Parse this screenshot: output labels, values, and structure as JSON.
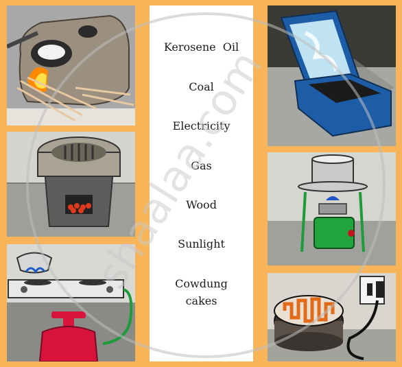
{
  "fuels": [
    {
      "label": "Kerosene  Oil"
    },
    {
      "label": "Coal"
    },
    {
      "label": "Electricity"
    },
    {
      "label": "Gas"
    },
    {
      "label": "Wood"
    },
    {
      "label": "Sunlight"
    },
    {
      "label": "Cowdung cakes"
    }
  ],
  "watermark": {
    "text": "shaalaa.com"
  },
  "images": {
    "left": [
      "clay-chulha-wood-fire",
      "coal-sigri-stove",
      "lpg-gas-stove-cylinder"
    ],
    "right": [
      "solar-cooker",
      "kerosene-stove",
      "electric-heater"
    ]
  },
  "colors": {
    "background": "#f7b459",
    "center_panel": "#ffffff"
  }
}
